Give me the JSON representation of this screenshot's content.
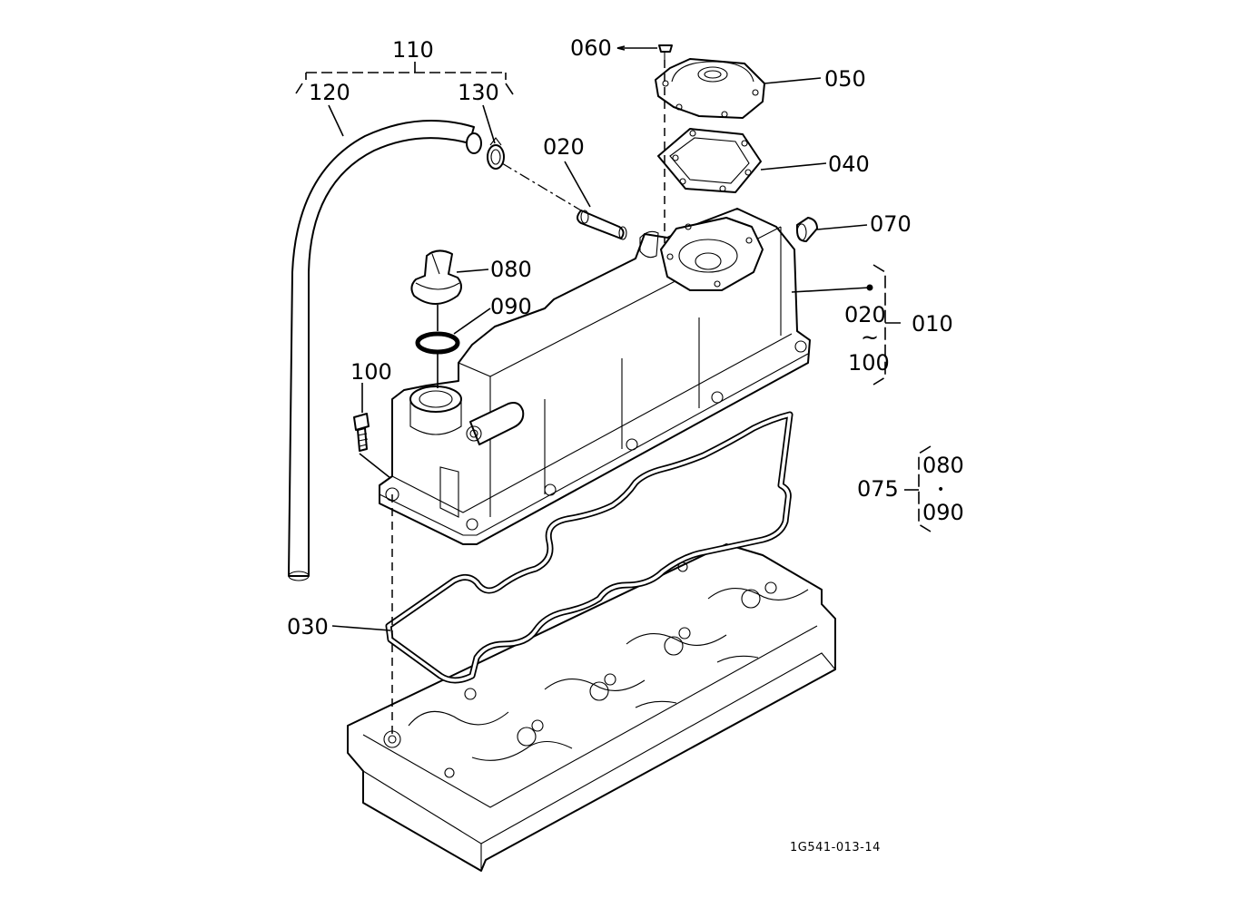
{
  "labels": {
    "p110": "110",
    "p120": "120",
    "p130": "130",
    "p020_top": "020",
    "p060": "060",
    "p050": "050",
    "p040": "040",
    "p070": "070",
    "p080": "080",
    "p090": "090",
    "p100": "100",
    "p010": "010",
    "range_from": "020",
    "range_tilde": "~",
    "range_to": "100",
    "p075": "075",
    "set_080": "080",
    "set_dot": "•",
    "set_090": "090",
    "p030": "030"
  },
  "drawing_code": "1G541-013-14"
}
